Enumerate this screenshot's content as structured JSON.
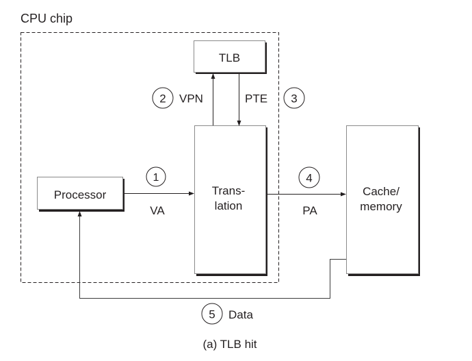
{
  "diagram": {
    "region_label": "CPU chip",
    "caption": "(a) TLB hit",
    "colors": {
      "ink": "#231f20",
      "box_border": "#8a8a8a",
      "shadow": "#231f20",
      "background": "#ffffff"
    },
    "boxes": {
      "tlb": {
        "label": "TLB"
      },
      "translation": {
        "label_line1": "Trans-",
        "label_line2": "lation"
      },
      "processor": {
        "label": "Processor"
      },
      "cache_memory": {
        "label_line1": "Cache/",
        "label_line2": "memory"
      }
    },
    "steps": [
      {
        "number": "1",
        "label": "VA"
      },
      {
        "number": "2",
        "label": "VPN"
      },
      {
        "number": "3",
        "label": "PTE"
      },
      {
        "number": "4",
        "label": "PA"
      },
      {
        "number": "5",
        "label": "Data"
      }
    ]
  }
}
